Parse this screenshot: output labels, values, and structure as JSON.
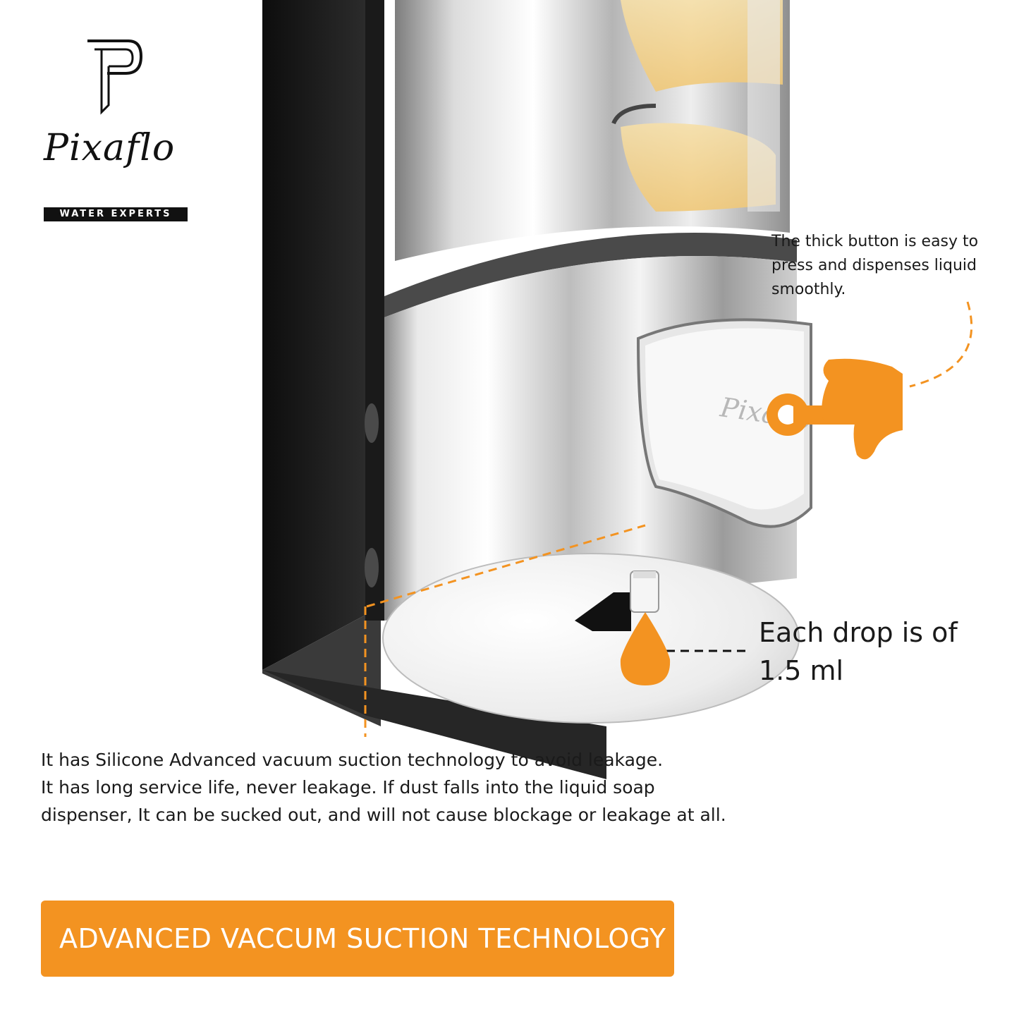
{
  "brand": {
    "name": "Pixaflo",
    "tagline": "WATER EXPERTS"
  },
  "callouts": {
    "button": "The thick button is easy to press and dispenses liquid smoothly.",
    "drop_line1": "Each drop is of",
    "drop_line2": "1.5 ml"
  },
  "description": {
    "line1": "It has Silicone Advanced vacuum suction technology to avoid leakage.",
    "line2": "It has long service life, never leakage. If dust falls into the liquid soap",
    "line3": "dispenser, It can be sucked out, and will not cause blockage or leakage at all."
  },
  "banner": {
    "title": "ADVANCED VACCUM SUCTION TECHNOLOGY"
  },
  "colors": {
    "accent": "#f39321",
    "chrome": "#d9d9d9",
    "bracket": "#1c1c1c"
  },
  "icons": [
    "logo-p-mark-icon",
    "thumb-press-icon",
    "liquid-drop-icon"
  ]
}
